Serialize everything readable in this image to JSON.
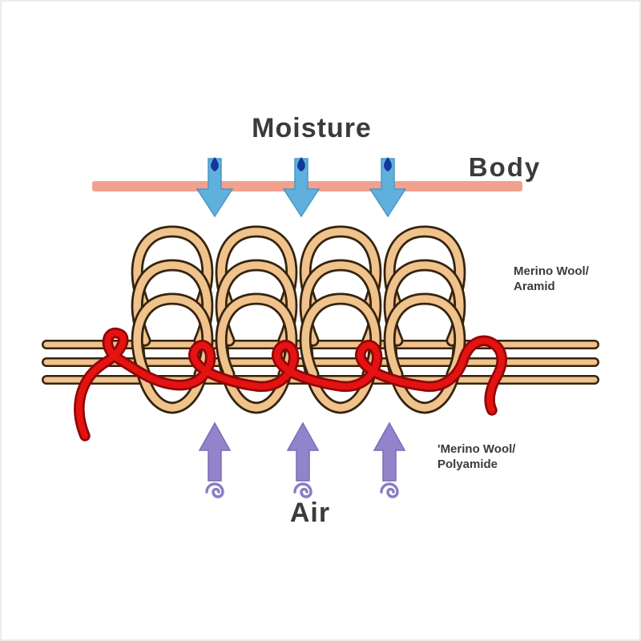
{
  "colors": {
    "background": "#ffffff",
    "text": "#3b3b3b",
    "body_bar": "#f2a18f",
    "moisture_arrow": "#5fb0dc",
    "droplet": "#1238a0",
    "yarn_fill": "#f0c28c",
    "yarn_outline": "#35230e",
    "weft_red": "#e51212",
    "air_arrow": "#9184ca",
    "swirl": "#8a7cc4"
  },
  "labels": {
    "moisture": "Moisture",
    "body": "Body",
    "air": "Air",
    "material_top": {
      "line1": "Merino Wool/",
      "line2": "Aramid"
    },
    "material_bottom": {
      "line1": "'Merino Wool/",
      "line2": "Polyamide"
    }
  },
  "icons": {
    "droplet": "droplet-icon",
    "moisture_arrow": "moisture-arrow-icon",
    "air_arrow": "air-arrow-icon",
    "swirl": "swirl-icon"
  }
}
